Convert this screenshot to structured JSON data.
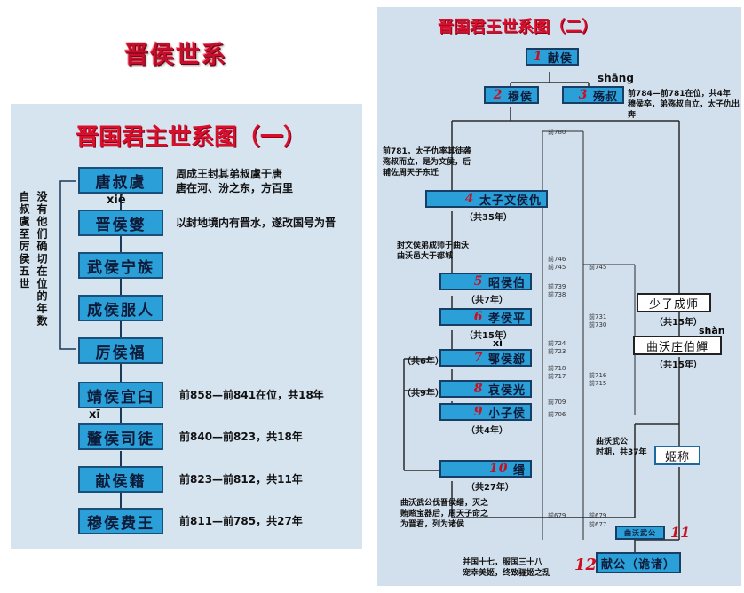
{
  "page_title": "晋侯世系",
  "panel1": {
    "title": "晋国君主世系图（一）",
    "side_note_a": "自叔虞至厉侯五世",
    "side_note_b": "没有他们确切在位的年数",
    "rulers": [
      "唐叔虞",
      "晋侯燮",
      "武侯宁族",
      "成侯服人",
      "厉侯福",
      "靖侯宜臼",
      "釐侯司徒",
      "献侯籍",
      "穆侯费王"
    ],
    "pinyin_xie": "xiè",
    "pinyin_xi": "xī",
    "notes": [
      "周成王封其弟叔虞于唐\n唐在河、汾之东，方百里",
      "以封地境内有晋水，遂改国号为晋",
      "前858—前841在位，共18年",
      "前840—前823，共18年",
      "前823—前812，共11年",
      "前811—前785，共27年"
    ]
  },
  "panel2": {
    "title": "晋国君王世系图（二）",
    "pinyin_shang": "shāng",
    "pinyin_xi": "xì",
    "pinyin_shan": "shàn",
    "rulers": [
      {
        "num": "1",
        "name": "献侯"
      },
      {
        "num": "2",
        "name": "穆侯"
      },
      {
        "num": "3",
        "name": "殇叔"
      },
      {
        "num": "4",
        "name": "太子文侯仇"
      },
      {
        "num": "5",
        "name": "昭侯伯"
      },
      {
        "num": "6",
        "name": "孝侯平"
      },
      {
        "num": "7",
        "name": "鄂侯郄"
      },
      {
        "num": "8",
        "name": "哀侯光"
      },
      {
        "num": "9",
        "name": "小子侯"
      },
      {
        "num": "10",
        "name": "缗"
      },
      {
        "num": "11",
        "name": "曲沃武公"
      },
      {
        "num": "12",
        "name": "献公（诡诸）"
      }
    ],
    "quwo": [
      "少子成师",
      "曲沃庄伯鱓",
      "姬称"
    ],
    "durations": {
      "wenhou": "（共35年）",
      "zhaohou": "（共7年）",
      "xiaohou": "（共15年）",
      "ehou": "（共6年）",
      "aihou": "（共9年）",
      "xiaozi": "（共4年）",
      "min": "（共27年）",
      "chengshi": "（共15年）",
      "zhuangbo": "（共15年）"
    },
    "notes": {
      "shangshu": "前784—前781在位，共4年\n穆侯卒，弟殇叔自立，太子仇出奔",
      "wenhou": "前781，太子仇率其徒袭\n殇叔而立，是为文侯，后\n辅佐周天子东迁",
      "chengshi": "封文侯弟成师于曲沃\n曲沃邑大于都城",
      "wugong_shi": "曲沃武公\n时期，共37年",
      "wugong_mie": "曲沃武公伐晋侯缗，灭之\n贿赂宝器后，周天子命之\n为晋君，列为诸侯",
      "xiangong": "并国十七，服国三十八\n宠幸美姬，终致骊姬之乱"
    },
    "years": [
      "前780",
      "前746",
      "前745",
      "前739",
      "前738",
      "前745",
      "前731",
      "前730",
      "前724",
      "前723",
      "前718",
      "前717",
      "前716",
      "前715",
      "前709",
      "前706",
      "前679",
      "前679",
      "前677"
    ]
  }
}
